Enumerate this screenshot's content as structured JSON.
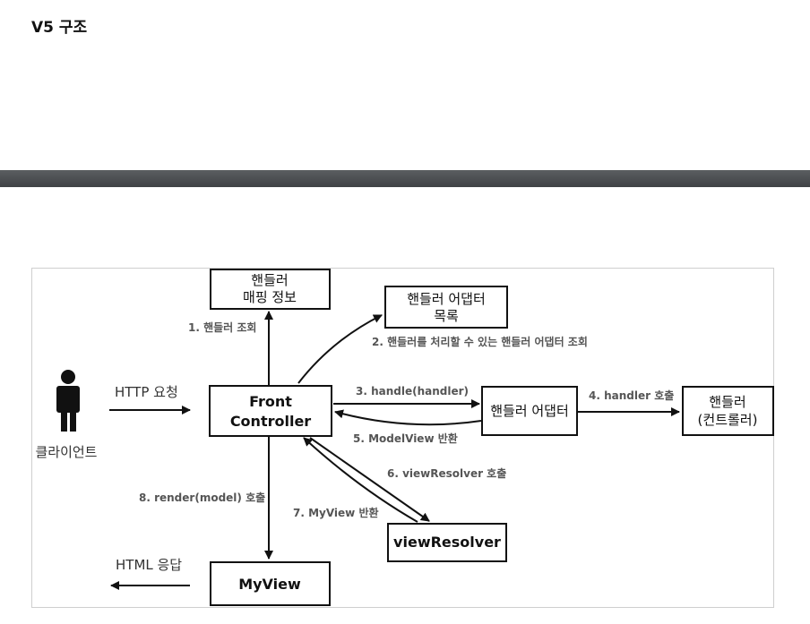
{
  "page": {
    "title": "V5 구조"
  },
  "nodes": {
    "handler_mapping": [
      "핸들러",
      "매핑 정보"
    ],
    "handler_adapter_list": [
      "핸들러 어댑터",
      "목록"
    ],
    "front_controller": [
      "Front",
      "Controller"
    ],
    "handler_adapter": "핸들러 어댑터",
    "handler": [
      "핸들러",
      "(컨트롤러)"
    ],
    "view_resolver": "viewResolver",
    "my_view": "MyView",
    "client": "클라이언트"
  },
  "edges": {
    "http_request": "HTTP 요청",
    "html_response": "HTML 응답",
    "step1": "1. 핸들러 조회",
    "step2": "2. 핸들러를 처리할 수 있는 핸들러 어댑터 조회",
    "step3": "3. handle(handler)",
    "step4": "4. handler 호출",
    "step5": "5. ModelView 반환",
    "step6": "6. viewResolver 호출",
    "step7": "7. MyView 반환",
    "step8": "8. render(model) 호출"
  }
}
